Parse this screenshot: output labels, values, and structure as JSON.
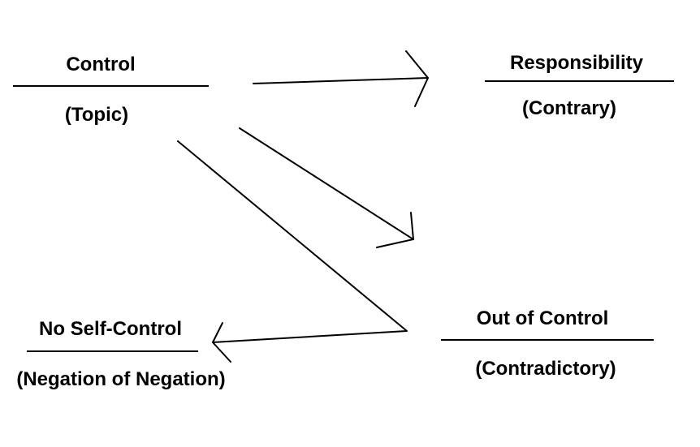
{
  "nodes": {
    "topic": {
      "term": "Control",
      "role": "(Topic)"
    },
    "contrary": {
      "term": "Responsibility",
      "role": "(Contrary)"
    },
    "contradictory": {
      "term": "Out of Control",
      "role": "(Contradictory)"
    },
    "negation": {
      "term": "No Self-Control",
      "role": "(Negation of Negation)"
    }
  },
  "colors": {
    "ink": "#000000",
    "background": "#ffffff"
  }
}
